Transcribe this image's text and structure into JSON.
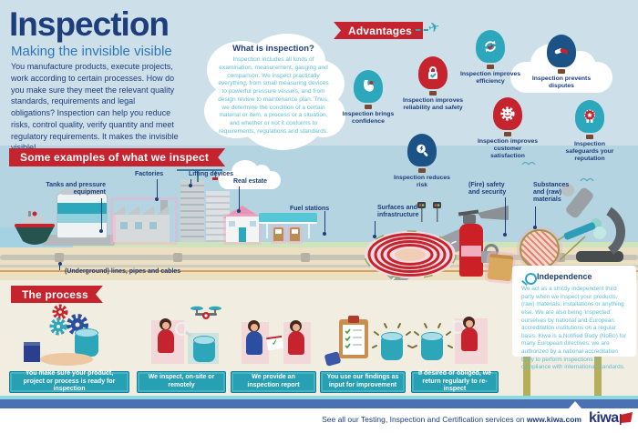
{
  "header": {
    "title": "Inspection",
    "subtitle": "Making the invisible visible",
    "intro": "You manufacture products, execute projects, work according to certain processes. How do you make sure they meet the relevant quality standards, requirements and legal obligations? Inspection can help you reduce risks, control quality, verify quantity and meet regulatory requirements. It makes the invisible visible!"
  },
  "what_is": {
    "heading": "What is inspection?",
    "body": "Inspection includes all kinds of examination, measurement, gauging and comparison. We inspect practically everything, from small measuring devices to powerful pressure vessels, and from design review to maintenance plan. Thus, we determine the condition of a certain material or item, a process or a situation, and whether or not it conforms to requirements, regulations and standards."
  },
  "advantages": {
    "banner": "Advantages",
    "balloons": [
      {
        "label": "Inspection brings confidence",
        "color": "#2da7bb",
        "icon": "flex-arm-icon"
      },
      {
        "label": "Inspection improves reliability and safety",
        "color": "#c5232d",
        "icon": "lock-check-icon"
      },
      {
        "label": "Inspection reduces risk",
        "color": "#1b5386",
        "icon": "magnifier-risk-icon"
      },
      {
        "label": "Inspection improves efficiency",
        "color": "#2da7bb",
        "icon": "refresh-check-icon"
      },
      {
        "label": "Inspection prevents disputes",
        "color": "#1b5386",
        "icon": "handshake-icon"
      },
      {
        "label": "Inspection improves customer satisfaction",
        "color": "#c5232d",
        "icon": "smiley-gear-icon"
      },
      {
        "label": "Inspection safeguards your reputation",
        "color": "#2da7bb",
        "icon": "award-icon"
      }
    ]
  },
  "examples": {
    "banner": "Some examples of what we inspect",
    "labels": [
      "Tanks and pressure equipment",
      "Factories",
      "Lifting devices",
      "Real estate",
      "Fuel stations",
      "Surfaces and infrastructure",
      "(Fire) safety and security",
      "Substances and (raw) materials",
      "(Underground) lines, pipes and cables"
    ]
  },
  "process": {
    "banner": "The process",
    "steps": [
      "You make sure your product, project or process is ready for inspection",
      "We inspect, on-site or remotely",
      "We provide an inspection report",
      "You use our findings as input for improvement",
      "If desired or obliged, we return regularly to re-inspect"
    ]
  },
  "independence": {
    "heading": "Independence",
    "body": "We act as a strictly independent third party when we inspect your products, (raw) materials, installations or anything else. We are also being ‘inspected’ ourselves by national and European accreditation institutions on a regular basis. Kiwa is a Notified Body (NoBo) for many European directives: we are authorized by a national accreditation body to perform inspections in compliance with international standards."
  },
  "footer": {
    "text": "See all our Testing, Inspection and Certification services on",
    "url": "www.kiwa.com",
    "logo": "kiwa"
  },
  "icons": {
    "plane": "✈",
    "check": "✓"
  },
  "colors": {
    "accent_red": "#c5232d",
    "teal": "#2da7bb",
    "navy_text": "#1d3d7b",
    "balloon_navy": "#1b5386",
    "light_blue_text": "#5fbdd6",
    "footer_bar_blue": "#4a71b4"
  }
}
